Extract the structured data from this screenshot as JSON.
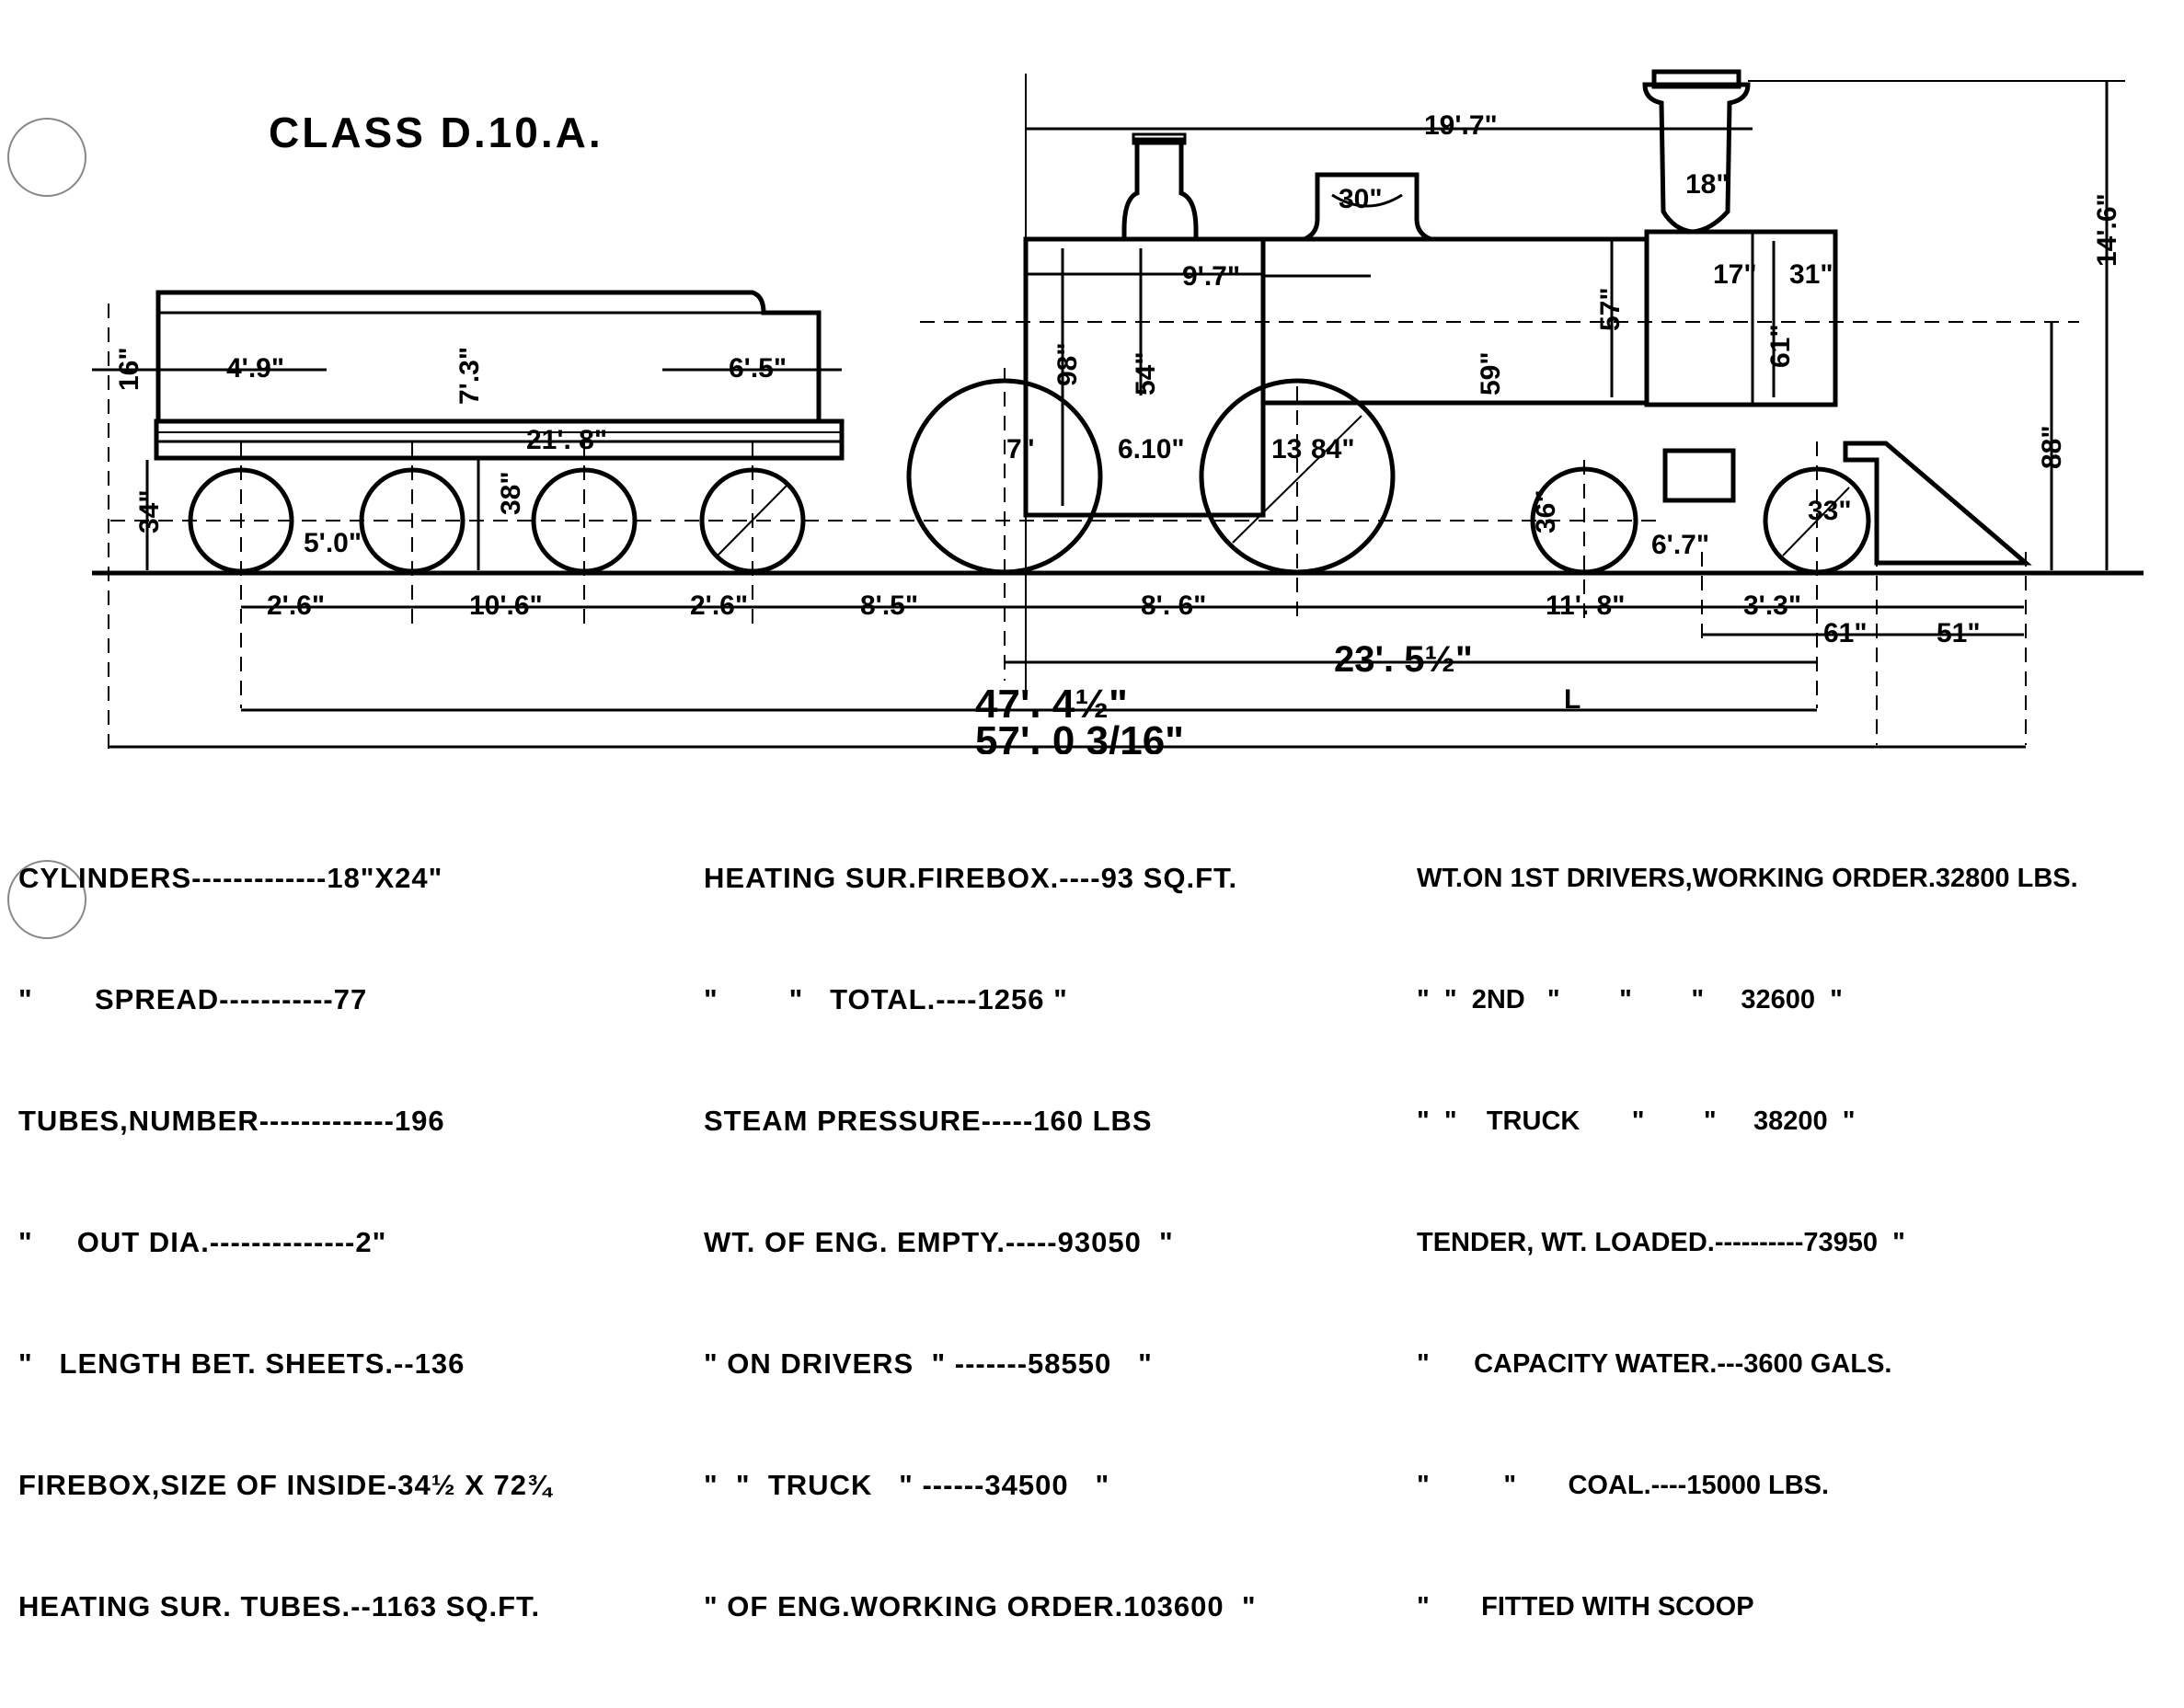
{
  "title": "CLASS D.10.A.",
  "dimensions": {
    "overall_height": "14'.6\"",
    "firebox_width": "19'.7\"",
    "dome": "30\"",
    "stack": "18\"",
    "smokebox_a": "17\"",
    "smokebox_b": "31\"",
    "smokebox_c": "61\"",
    "boiler_length": "9'.7\"",
    "boiler_height": "57\"",
    "boiler_dia": "59\"",
    "firebox_height": "54\"",
    "cab": "98\"",
    "center_height": "88\"",
    "tender_a": "4'.9\"",
    "tender_b": "6'.5\"",
    "tender_height": "7'.3\"",
    "tender_side": "16\"",
    "tender_length": "21'. 8\"",
    "tender_wheel": "34\"",
    "tender_wheelbase_c": "5'.0\"",
    "tender_d": "38\"",
    "driver_a": "7\"",
    "driver_spacing": "6.10\"",
    "driver_b": "13",
    "driver_dia": "84\"",
    "truck_wheel": "36\"",
    "truck_spacing": "6'.7\"",
    "truck_dia": "33\"",
    "dim_a": "2'.6\"",
    "dim_b": "10'.6\"",
    "dim_c": "2'.6\"",
    "dim_d": "8'.5\"",
    "dim_e": "8'. 6\"",
    "dim_f": "11'. 8\"",
    "dim_g": "3'.3\"",
    "dim_h": "61\"",
    "dim_i": "51\"",
    "engine_wheelbase": "23'. 5½\"",
    "total_a": "47'. 4½\"",
    "total_b": "57'. 0 3/16\"",
    "marker_l": "L"
  },
  "specs": {
    "left": [
      "CYLINDERS-------------18\"X24\"",
      "\"       SPREAD-----------77",
      "TUBES,NUMBER-------------196",
      "\"     OUT DIA.--------------2\"",
      "\"   LENGTH BET. SHEETS.--136",
      "FIREBOX,SIZE OF INSIDE-34½ X 72¾",
      "HEATING SUR. TUBES.--1163 SQ.FT."
    ],
    "middle": [
      "HEATING SUR.FIREBOX.----93 SQ.FT.",
      "\"        \"   TOTAL.----1256 \"",
      "STEAM PRESSURE-----160 LBS",
      "WT. OF ENG. EMPTY.-----93050  \"",
      "\" ON DRIVERS  \" -------58550   \"",
      "\"  \"  TRUCK   \" ------34500   \"",
      "\" OF ENG.WORKING ORDER.103600  \""
    ],
    "right": [
      "WT.ON 1ST DRIVERS,WORKING ORDER.32800 LBS.",
      "\"  \"  2ND   \"        \"        \"     32600  \"",
      "\"  \"    TRUCK       \"        \"     38200  \"",
      "TENDER, WT. LOADED.----------73950  \"",
      "\"      CAPACITY WATER.---3600 GALS.",
      "\"          \"       COAL.----15000 LBS.",
      "\"       FITTED WITH SCOOP"
    ]
  }
}
